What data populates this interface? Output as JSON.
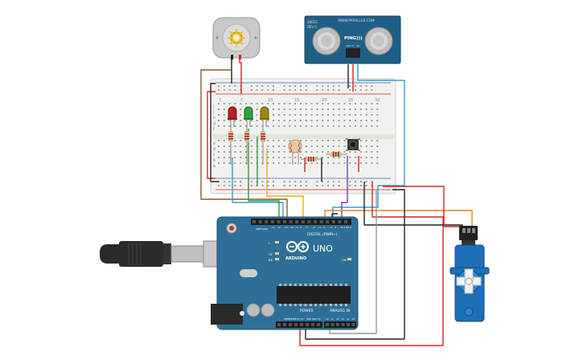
{
  "ultrasonic": {
    "brand": "WWW.PARALLAX.COM",
    "model": "28015",
    "rev": "REV C",
    "label": "PING)))",
    "pins": [
      "GND",
      "5V",
      "SIG"
    ]
  },
  "arduino": {
    "logo_text": "ARDUINO",
    "model": "UNO",
    "digital_label": "DIGITAL (PWM~)",
    "power_label": "POWER",
    "analog_label": "ANALOG IN",
    "labels": {
      "aref": "AREF",
      "gnd": "GND",
      "tx": "TX",
      "rx": "RX",
      "l": "L",
      "on": "ON"
    },
    "digital_pins": [
      "13",
      "12",
      "~11",
      "~10",
      "~9",
      "8",
      "7",
      "~6",
      "~5",
      "4",
      "~3",
      "2",
      "TX 1",
      "RX 0"
    ],
    "power_pins": [
      "IOREF",
      "RESET",
      "3.3V",
      "5V",
      "GND",
      "GND",
      "Vin"
    ],
    "analog_pins": [
      "A0",
      "A1",
      "A2",
      "A3",
      "A4",
      "A5"
    ]
  },
  "breadboard": {
    "column_numbers": [
      "1",
      "5",
      "10",
      "15",
      "20",
      "25",
      "30"
    ],
    "row_letters_top": [
      "j",
      "i",
      "h",
      "g",
      "f"
    ],
    "row_letters_bottom": [
      "e",
      "d",
      "c",
      "b",
      "a"
    ]
  },
  "colors": {
    "arduino_blue": "#2e6f97",
    "wire_red": "#d42424",
    "wire_black": "#222222",
    "wire_orange": "#e0861a",
    "wire_yellow": "#e4b21c",
    "wire_green": "#2f9e3a",
    "wire_cyan": "#2ea3cf",
    "wire_purple": "#7a3fb3",
    "wire_brown": "#8a5a2b",
    "wire_gray": "#9a9a9a",
    "led_red": "#b3241f",
    "led_green": "#2fa33d",
    "led_yellow": "#9a8a10"
  },
  "icons": [
    "usb-cable-icon",
    "dc-motor-icon",
    "servo-icon",
    "photoresistor-icon",
    "pushbutton-icon",
    "arduino-logo-icon"
  ]
}
